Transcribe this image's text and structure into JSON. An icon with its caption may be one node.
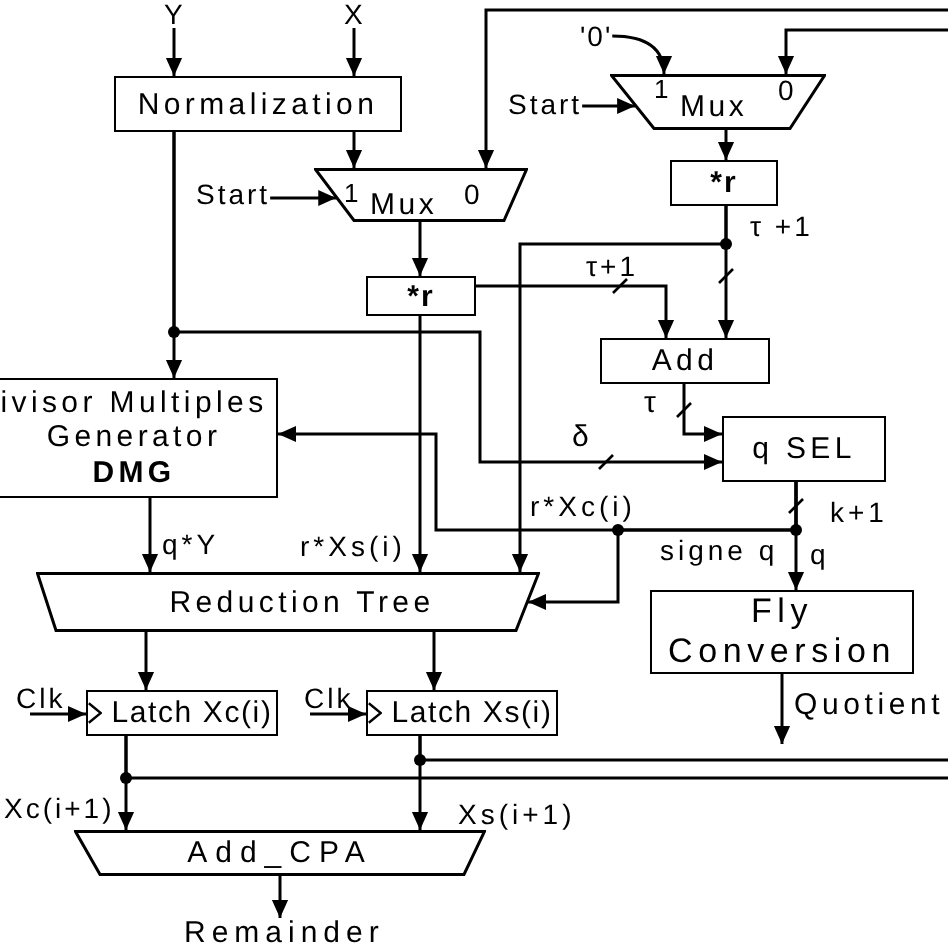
{
  "diagram": {
    "nodes": [
      {
        "text": [
          "Y"
        ]
      },
      {
        "text": [
          "X"
        ]
      },
      {
        "text": [
          "'0'"
        ]
      },
      {
        "text": [
          "1",
          "Mux",
          "0"
        ]
      },
      {
        "text": [
          "Start"
        ]
      },
      {
        "text": [
          "Normalization"
        ]
      },
      {
        "text": [
          "*r"
        ]
      },
      {
        "text": [
          "Start"
        ]
      },
      {
        "text": [
          "1",
          "Mux",
          "0"
        ]
      },
      {
        "text": [
          "*r"
        ]
      },
      {
        "text": [
          "Add"
        ]
      },
      {
        "text": [
          "ivisor Multiples Generator",
          "DMG"
        ]
      },
      {
        "text": [
          "q SEL"
        ]
      },
      {
        "text": [
          "Reduction Tree"
        ]
      },
      {
        "text": [
          "Fly Conversion"
        ]
      },
      {
        "text": [
          "Clk"
        ]
      },
      {
        "text": [
          "Latch Xc(i)"
        ]
      },
      {
        "text": [
          "Clk"
        ]
      },
      {
        "text": [
          "Latch Xs(i)"
        ]
      },
      {
        "text": [
          "Add_CPA"
        ]
      },
      {
        "text": [
          "Remainder"
        ]
      }
    ],
    "edges": [
      {
        "from": 0,
        "to": 5,
        "arrow": "to"
      },
      {
        "from": 1,
        "to": 5,
        "arrow": "to"
      },
      {
        "from": 2,
        "to": 3,
        "arrow": "to"
      },
      {
        "from": 4,
        "to": 3,
        "arrow": "to"
      },
      {
        "from": 5,
        "to": 8,
        "arrow": "to"
      },
      {
        "from": 5,
        "to": 11,
        "arrow": "to"
      },
      {
        "from": 5,
        "to": 12,
        "arrow": "to",
        "label": "δ"
      },
      {
        "from": 7,
        "to": 8,
        "arrow": "to"
      },
      {
        "from": 8,
        "to": 9,
        "arrow": "to"
      },
      {
        "from": 3,
        "to": 6,
        "arrow": "to"
      },
      {
        "from": 9,
        "to": 10,
        "arrow": "to",
        "label": "τ+1"
      },
      {
        "from": 6,
        "to": 10,
        "arrow": "to",
        "label": "τ +1"
      },
      {
        "from": 6,
        "to": 13,
        "arrow": "to",
        "label": "r*Xc(i)"
      },
      {
        "from": 9,
        "to": 13,
        "arrow": "to",
        "label": "r*Xs(i)"
      },
      {
        "from": 10,
        "to": 12,
        "arrow": "to",
        "label": "τ"
      },
      {
        "from": 11,
        "to": 13,
        "arrow": "to",
        "label": "q*Y"
      },
      {
        "from": 12,
        "to": 14,
        "arrow": "to",
        "label": "q"
      },
      {
        "from": 12,
        "to": 13,
        "arrow": "to",
        "label": "signe q"
      },
      {
        "from": 12,
        "to": 11,
        "arrow": "to"
      },
      {
        "from": 14,
        "to": null,
        "arrow": "to",
        "label": "Quotient"
      },
      {
        "from": 13,
        "to": 16,
        "arrow": "to"
      },
      {
        "from": 13,
        "to": 18,
        "arrow": "to"
      },
      {
        "from": 15,
        "to": 16,
        "arrow": "to"
      },
      {
        "from": 17,
        "to": 18,
        "arrow": "to"
      },
      {
        "from": 16,
        "to": 19,
        "arrow": "to",
        "label": "Xc(i+1)"
      },
      {
        "from": 18,
        "to": 19,
        "arrow": "to",
        "label": "Xs(i+1)"
      },
      {
        "from": 16,
        "to": null,
        "arrow": "none"
      },
      {
        "from": 18,
        "to": null,
        "arrow": "none"
      },
      {
        "from": null,
        "to": 3,
        "arrow": "to"
      },
      {
        "from": null,
        "to": 8,
        "arrow": "to"
      },
      {
        "from": 19,
        "to": 20,
        "arrow": "to"
      }
    ],
    "labels": [
      "k+1"
    ]
  }
}
